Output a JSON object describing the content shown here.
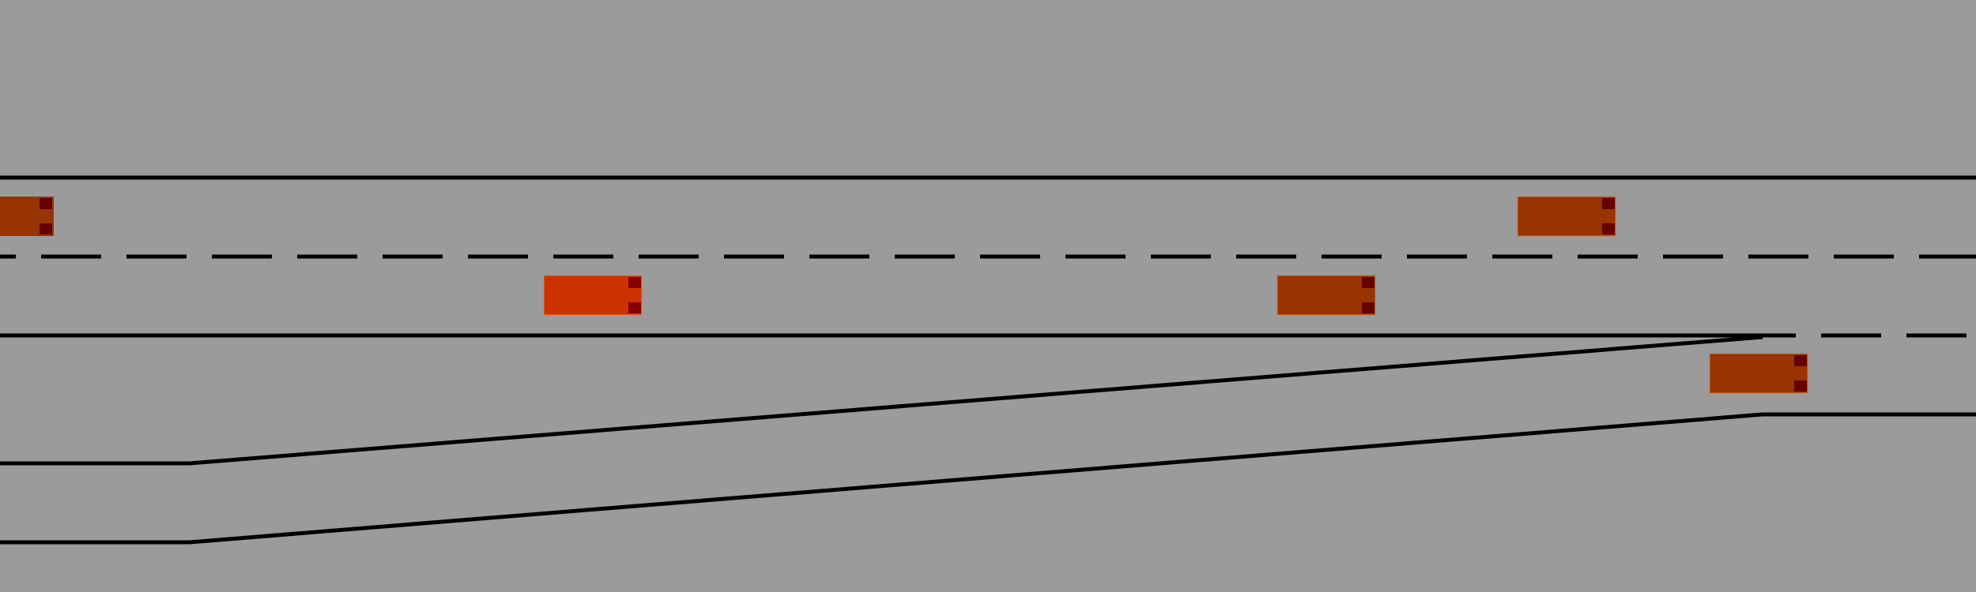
{
  "scene": {
    "background_color": "#9b9b9b",
    "line_color": "#000000"
  },
  "vehicles": [
    {
      "name": "vehicle-top-lane-left",
      "lane": "top",
      "kind": "npc",
      "body_color": "#993300",
      "light_color": "#660000"
    },
    {
      "name": "vehicle-top-lane-right",
      "lane": "top",
      "kind": "npc",
      "body_color": "#993300",
      "light_color": "#660000"
    },
    {
      "name": "vehicle-ego",
      "lane": "middle",
      "kind": "ego",
      "body_color": "#cc3300",
      "light_color": "#880000"
    },
    {
      "name": "vehicle-middle-lane",
      "lane": "middle",
      "kind": "npc",
      "body_color": "#993300",
      "light_color": "#660000"
    },
    {
      "name": "vehicle-merge-lane",
      "lane": "merge",
      "kind": "npc",
      "body_color": "#993300",
      "light_color": "#660000"
    }
  ]
}
